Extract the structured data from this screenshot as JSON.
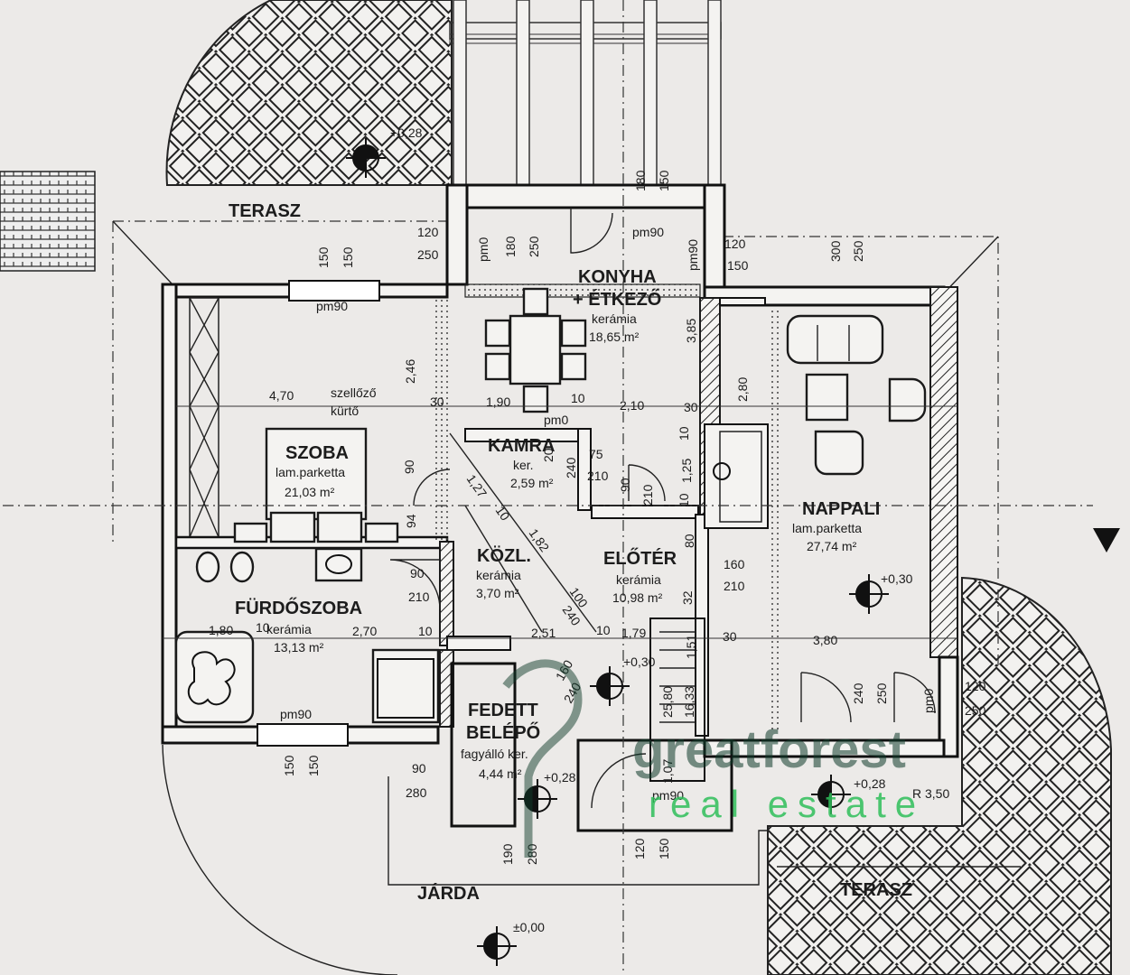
{
  "rooms": {
    "terasz_top": "TERASZ",
    "konyha_name1": "KONYHA",
    "konyha_name2": "+ ÉTKEZŐ",
    "konyha_floor": "kerámia",
    "konyha_area": "18,65 m²",
    "szoba_name": "SZOBA",
    "szoba_floor": "lam.parketta",
    "szoba_area": "21,03 m²",
    "kamra_name": "KAMRA",
    "kamra_floor": "ker.",
    "kamra_area": "2,59 m²",
    "nappali_name": "NAPPALI",
    "nappali_floor": "lam.parketta",
    "nappali_area": "27,74 m²",
    "kozl_name": "KÖZL.",
    "kozl_floor": "kerámia",
    "kozl_area": "3,70 m²",
    "eloter_name": "ELŐTÉR",
    "eloter_floor": "kerámia",
    "eloter_area": "10,98 m²",
    "furdo_name": "FÜRDŐSZOBA",
    "furdo_floor": "kerámia",
    "furdo_area": "13,13 m²",
    "fedett_name1": "FEDETT",
    "fedett_name2": "BELÉPŐ",
    "fedett_floor": "fagyálló ker.",
    "fedett_area": "4,44 m²",
    "jarda": "JÁRDA",
    "terasz_bottom": "TERASZ"
  },
  "notes": {
    "szellozo": "szellőző",
    "kurto": "kürtő"
  },
  "levels": {
    "terasz_top": "+0,28",
    "nappali": "+0,30",
    "eloter": "+0,30",
    "fedett": "+0,28",
    "terasz_right": "+0,28",
    "jarda": "±0,00",
    "radius": "R 3,50"
  },
  "dimensions": {
    "d_120_a": "120",
    "d_250_a": "250",
    "d_pm0_a": "pm0",
    "d_180_a": "180",
    "d_250_b": "250",
    "d_180_b": "180",
    "d_150_a": "150",
    "d_pm90_a": "pm90",
    "d_pm90_b": "pm90",
    "d_120_b": "120",
    "d_150_b": "150",
    "d_300": "300",
    "d_250_c": "250",
    "d_150_c": "150",
    "d_150_d": "150",
    "d_pm90_c": "pm90",
    "d_246": "2,46",
    "d_385": "3,85",
    "d_280": "2,80",
    "d_470": "4,70",
    "d_30_a": "30",
    "d_190": "1,90",
    "d_10_a": "10",
    "d_210_a": "2,10",
    "d_30_b": "30",
    "d_pm0_b": "pm0",
    "d_90_a": "90",
    "d_75": "75",
    "d_210_b": "210",
    "d_240": "240",
    "d_20": "20",
    "d_90_b": "90",
    "d_210_c": "210",
    "d_10_b": "10",
    "d_125": "1,25",
    "d_10_c": "10",
    "d_127": "1,27",
    "d_10_d": "10",
    "d_182": "1,82",
    "d_94": "94",
    "d_90_c": "90",
    "d_210_d": "210",
    "d_100": "100",
    "d_240_b": "240",
    "d_80": "80",
    "d_160": "160",
    "d_210_e": "210",
    "d_180_c": "1,80",
    "d_10_e": "10",
    "d_270": "2,70",
    "d_10_f": "10",
    "d_251": "2,51",
    "d_10_g": "10",
    "d_179": "1,79",
    "d_30_c": "30",
    "d_380": "3,80",
    "d_160_b": "160",
    "d_240_c": "240",
    "d_240_d": "240",
    "d_250_d": "250",
    "d_pm0_c": "pm0",
    "d_120_c": "120",
    "d_250_e": "250",
    "d_pm90_d": "pm90",
    "d_150_e": "150",
    "d_150_f": "150",
    "d_90_d": "90",
    "d_280_b": "280",
    "d_190_b": "190",
    "d_280_c": "280",
    "d_120_d": "120",
    "d_150_g": "150",
    "d_pm90_e": "pm90",
    "d_2580": "25,80",
    "d_1633": "16,33",
    "d_107": "1,07",
    "d_151": "1,51",
    "d_32": "32"
  },
  "watermark": {
    "brand": "greatforest",
    "tagline": "real estate"
  }
}
